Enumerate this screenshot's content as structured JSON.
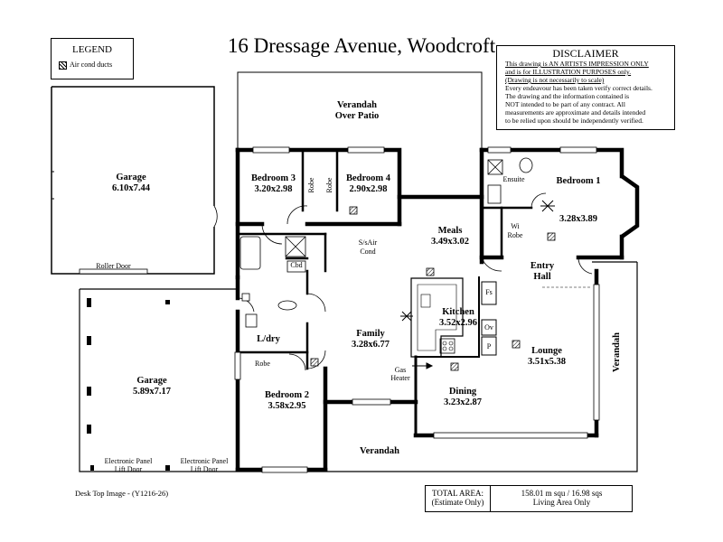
{
  "title": "16 Dressage Avenue, Woodcroft",
  "legend": {
    "heading": "LEGEND",
    "item": "Air cond ducts"
  },
  "disclaimer": {
    "heading": "DISCLAIMER",
    "lines": [
      "This drawing is AN ARTISTS IMPRESSION ONLY",
      "and is for ILLUSTRATION PURPOSES only.",
      "(Drawing is not necessarily to scale)",
      "Every endeavour has been taken verify correct details.",
      "The drawing and the information contained is",
      "NOT intended to be part of any contract.  All",
      "measurements are approximate and details intended",
      "to be relied upon should be independently verified."
    ]
  },
  "rooms": {
    "verandah_over_patio": [
      "Verandah",
      "Over Patio"
    ],
    "garage_top": [
      "Garage",
      "6.10x7.44"
    ],
    "roller_door": "Roller Door",
    "bedroom3": [
      "Bedroom 3",
      "3.20x2.98"
    ],
    "robe_a": "Robe",
    "robe_b": "Robe",
    "bedroom4": [
      "Bedroom 4",
      "2.90x2.98"
    ],
    "ensuite": "Ensuite",
    "bedroom1": [
      "Bedroom 1",
      "3.28x3.89"
    ],
    "wi_robe": [
      "Wi",
      "Robe"
    ],
    "meals": [
      "Meals",
      "3.49x3.02"
    ],
    "s_air": [
      "S/sAir",
      "Cond"
    ],
    "cbd": "Cbd",
    "entry_hall": [
      "Entry",
      "Hall"
    ],
    "kitchen": [
      "Kitchen",
      "3.52x2.96"
    ],
    "fs": "Fs",
    "ov": "Ov",
    "p": "P",
    "garage_bottom": [
      "Garage",
      "5.89x7.17"
    ],
    "ldry": "L/dry",
    "family": [
      "Family",
      "3.28x6.77"
    ],
    "lounge": [
      "Lounge",
      "3.51x5.38"
    ],
    "verandah_side": "Verandah",
    "robe_c": "Robe",
    "gas_heater": [
      "Gas",
      "Heater"
    ],
    "dining": [
      "Dining",
      "3.23x2.87"
    ],
    "bedroom2": [
      "Bedroom 2",
      "3.58x2.95"
    ],
    "verandah_bottom": "Verandah",
    "lift_door_left": [
      "Electronic Panel",
      "Lift Door"
    ],
    "lift_door_right": [
      "Electronic Panel",
      "Lift Door"
    ]
  },
  "footer": "Desk Top Image - (Y1216-26)",
  "total": {
    "label": [
      "TOTAL AREA:",
      "(Estimate Only)"
    ],
    "value": [
      "158.01 m squ /  16.98 sqs",
      "Living Area Only"
    ]
  }
}
